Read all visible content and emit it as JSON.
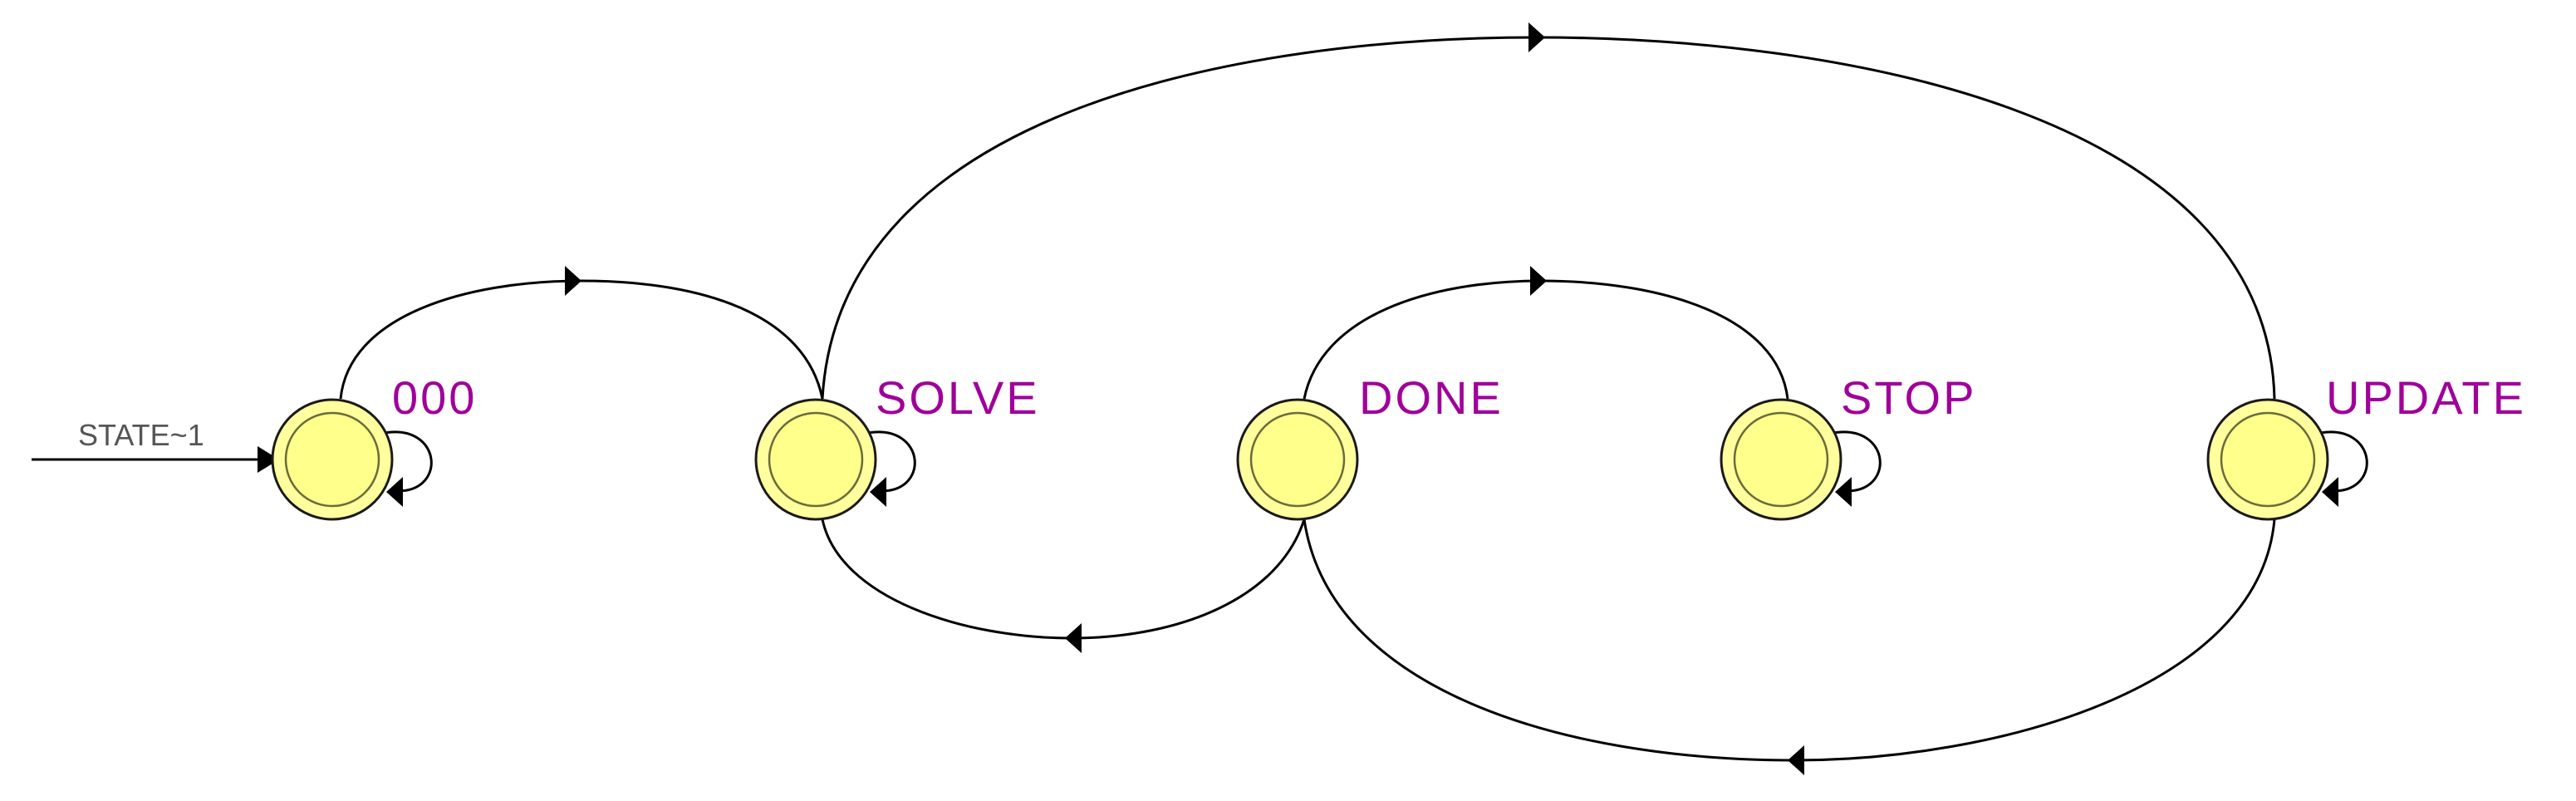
{
  "diagram": {
    "colors": {
      "state_fill": "#ffff9e",
      "state_label": "#a0009a",
      "edge": "#000000",
      "reset_label": "#555555"
    },
    "reset": {
      "label": "STATE~1",
      "target": "000"
    },
    "states": [
      {
        "id": "000",
        "label": "000"
      },
      {
        "id": "SOLVE",
        "label": "SOLVE"
      },
      {
        "id": "DONE",
        "label": "DONE"
      },
      {
        "id": "STOP",
        "label": "STOP"
      },
      {
        "id": "UPDATE",
        "label": "UPDATE"
      }
    ],
    "transitions": [
      {
        "from": "000",
        "to": "000"
      },
      {
        "from": "000",
        "to": "SOLVE"
      },
      {
        "from": "SOLVE",
        "to": "SOLVE"
      },
      {
        "from": "SOLVE",
        "to": "UPDATE"
      },
      {
        "from": "DONE",
        "to": "SOLVE"
      },
      {
        "from": "DONE",
        "to": "STOP"
      },
      {
        "from": "STOP",
        "to": "STOP"
      },
      {
        "from": "UPDATE",
        "to": "UPDATE"
      },
      {
        "from": "UPDATE",
        "to": "DONE"
      }
    ]
  }
}
